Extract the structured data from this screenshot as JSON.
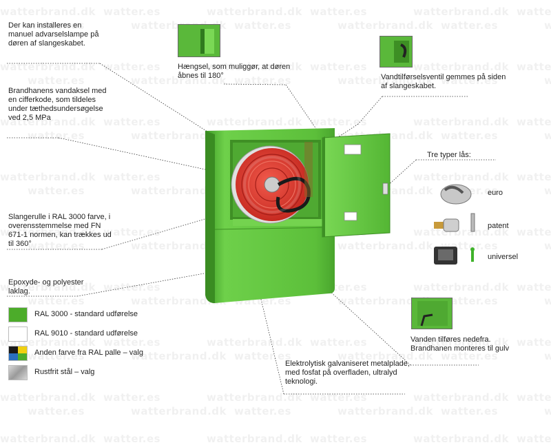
{
  "watermarks": [
    "watterbrand.dk",
    "watter.es"
  ],
  "callouts": {
    "lamp": "Der kan installeres en manuel advarselslampe på døren af slangeskabet.",
    "hinge": "Hængsel, som muliggør, at døren åbnes til 180°",
    "valve": "Vandtilførselsventil  gemmes på siden af slangeskabet.",
    "valve_coupling": "Brandhanens vandaksel med en cifferkode, som tildeles under tæthedsundersøgelse ved 2,5 MPa",
    "reel": "Slangerulle i RAL 3000 farve, i overensstemmelse med FN 671-1 normen, kan trækkes ud til 360°",
    "coating": "Epoxyde- og polyester laklag.",
    "locks_title": "Tre typer lås:",
    "water_supply": "Vanden tilføres nedefra. Brandhanen monteres til gulv",
    "metal": "Elektrolytisk galvaniseret metalplade, med fosfat på overfladen, ultralyd teknologi."
  },
  "locks": [
    "euro",
    "patent",
    "universel"
  ],
  "color_options": [
    {
      "label": "RAL 3000 - standard udførelse",
      "colors": [
        "#4cac2a"
      ]
    },
    {
      "label": "RAL 9010 - standard udførelse",
      "colors": [
        "#ffffff"
      ]
    },
    {
      "label": "Anden farve fra RAL palle – valg",
      "colors": [
        "#1a1a1a",
        "#f0d010",
        "#2a6fc0",
        "#4cac2a"
      ]
    },
    {
      "label": "Rustfrit stål – valg",
      "colors": [
        "#d8d8d8",
        "#9a9a9a"
      ]
    }
  ],
  "colors": {
    "cabinet": "#5cbf3a",
    "cabinet_dark": "#3d8f24",
    "reel": "#e23a30",
    "reel_dark": "#a31d18"
  }
}
